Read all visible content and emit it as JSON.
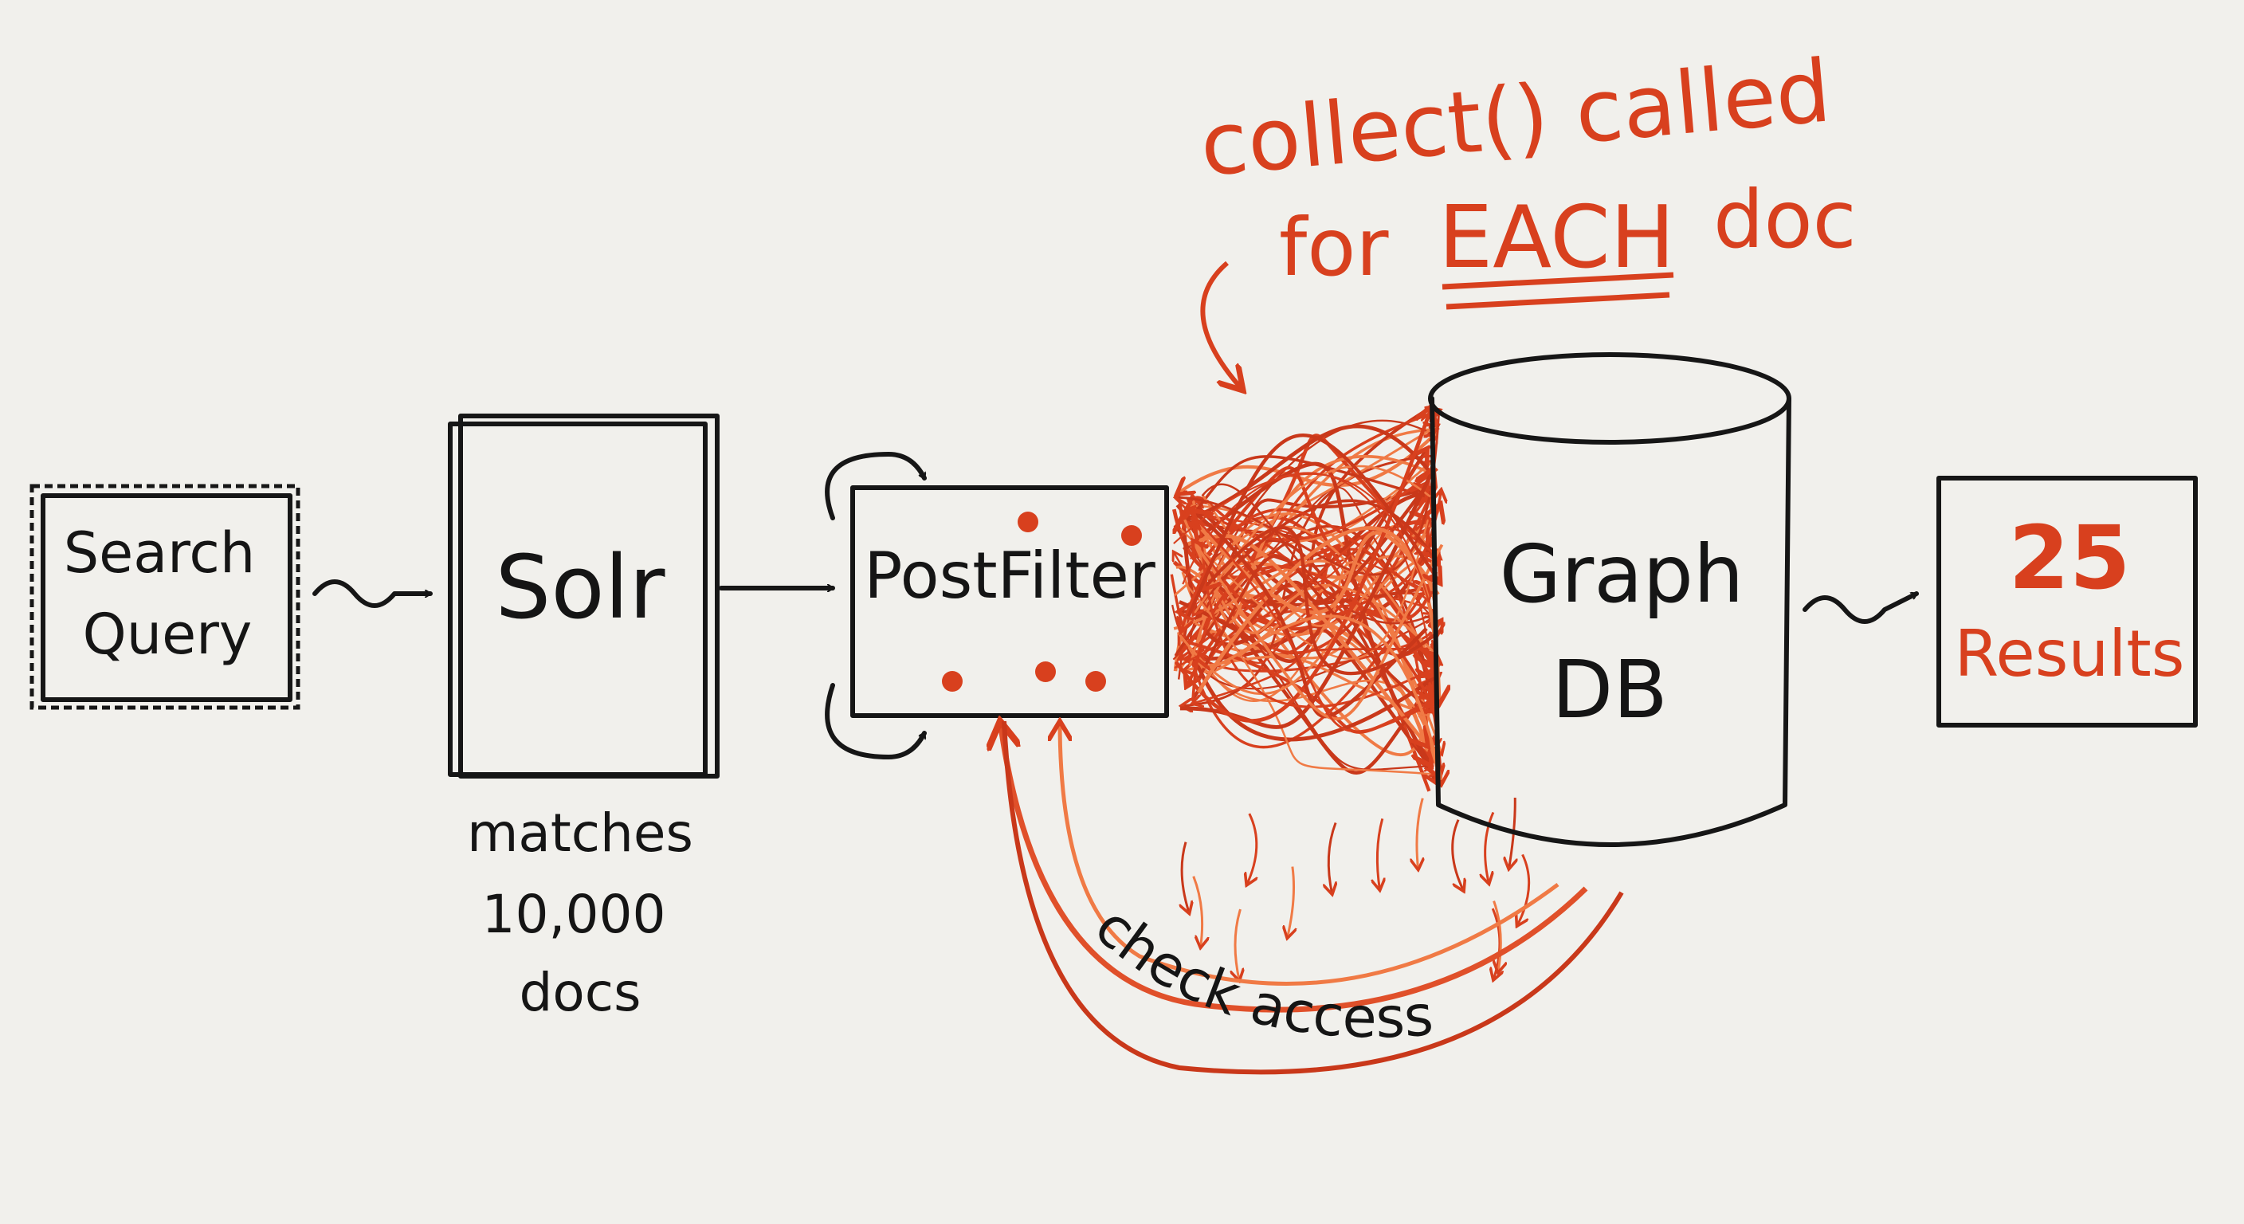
{
  "nodes": {
    "search_query": {
      "line1": "Search",
      "line2": "Query"
    },
    "solr": {
      "label": "Solr",
      "note_line1": "matches",
      "note_line2": "10,000",
      "note_line3": "docs"
    },
    "postfilter": {
      "label": "PostFilter"
    },
    "graph_db": {
      "line1": "Graph",
      "line2": "DB"
    },
    "results": {
      "count": "25",
      "label": "Results"
    }
  },
  "annotations": {
    "collect_line1": "collect() called",
    "collect_line2_prefix": "for",
    "collect_line2_emphasis": "EACH",
    "collect_line2_suffix": "doc",
    "check_access": "check access"
  },
  "colors": {
    "ink": "#161616",
    "accent": "#d8401e",
    "accent_light": "#f07a45",
    "background": "#f1f0ec"
  }
}
